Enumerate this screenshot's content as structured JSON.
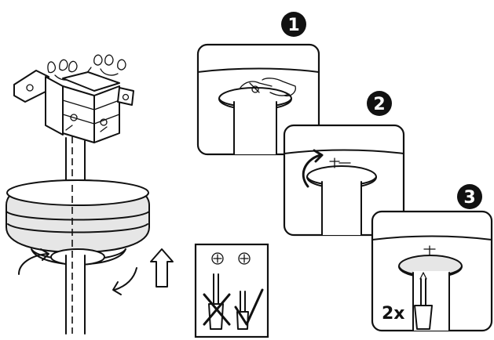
{
  "steps": [
    {
      "number": "1"
    },
    {
      "number": "2"
    },
    {
      "number": "3"
    }
  ],
  "screw_count": "2x",
  "colors": {
    "ink": "#111111",
    "background": "#ffffff",
    "shade": "#e6e6e6"
  },
  "icons": [
    "screw-head-icon",
    "screwdriver-icon",
    "cross-mark-icon",
    "check-mark-icon",
    "up-arrow-icon",
    "rotate-arrow-icon"
  ]
}
